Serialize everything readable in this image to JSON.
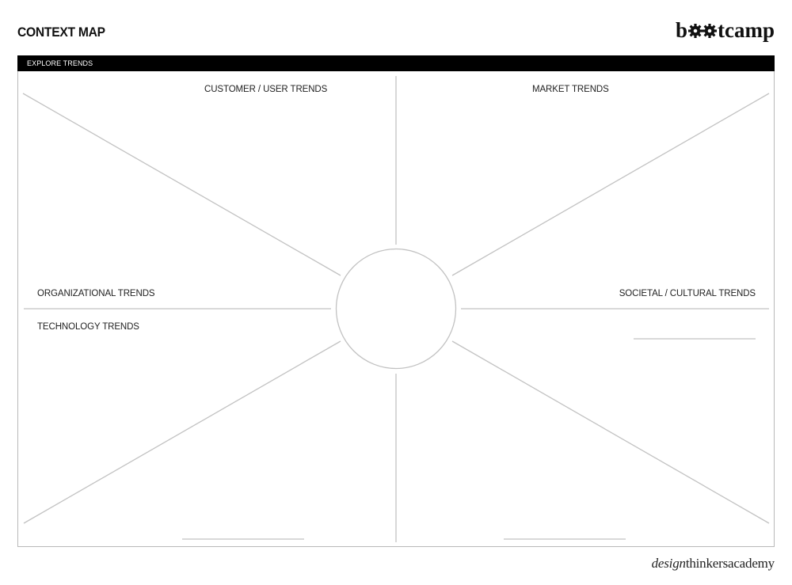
{
  "document": {
    "title": "CONTEXT MAP",
    "brand": {
      "logo_icon": "bootcamp-logo-with-gear-icons"
    },
    "header_bar_label": "EXPLORE TRENDS"
  },
  "sections": {
    "customer_user": "CUSTOMER / USER TRENDS",
    "market": "MARKET TRENDS",
    "organizational": "ORGANIZATIONAL TRENDS",
    "societal_cultural": "SOCIETAL / CULTURAL TRENDS",
    "technology": "TECHNOLOGY TRENDS"
  },
  "footer": {
    "design": "design",
    "thinkers_academy": "thinkersacademy"
  },
  "colors": {
    "header_bar": "#000000",
    "lines": "#c2c2c2",
    "text": "#222222"
  }
}
